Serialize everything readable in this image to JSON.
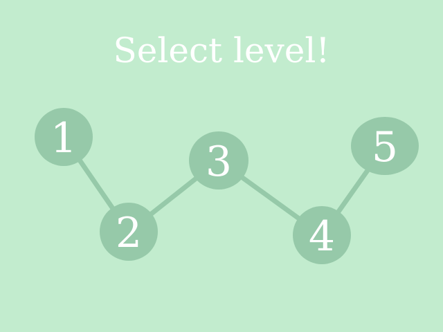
{
  "screen": {
    "title": "Select level!",
    "background_color": "#c2ecce",
    "node_color": "#96c9a9",
    "path_color": "#96c9a9",
    "label_color": "#ffffff"
  },
  "levels": [
    {
      "label": "1"
    },
    {
      "label": "2"
    },
    {
      "label": "3"
    },
    {
      "label": "4"
    },
    {
      "label": "5"
    }
  ]
}
